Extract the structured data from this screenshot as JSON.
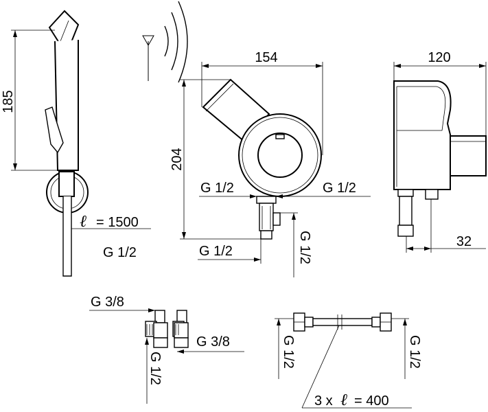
{
  "dimensions": {
    "handshower_height": "185",
    "hose_length": "= 1500",
    "hose_symbol": "ℓ",
    "handshower_thread": "G 1/2",
    "front_width": "154",
    "front_height": "204",
    "front_inlet_left": "G 1/2",
    "front_inlet_right": "G 1/2",
    "front_outlet_bottom": "G 1/2",
    "front_outlet_vertical": "G 1/2",
    "side_width": "120",
    "side_depth": "32",
    "valve_top": "G 3/8",
    "valve_side": "G 3/8",
    "valve_bottom": "G 1/2",
    "hose_left": "G 1/2",
    "hose_right": "G 1/2",
    "hose_count": "3 x",
    "hose_piece_length": "= 400"
  }
}
